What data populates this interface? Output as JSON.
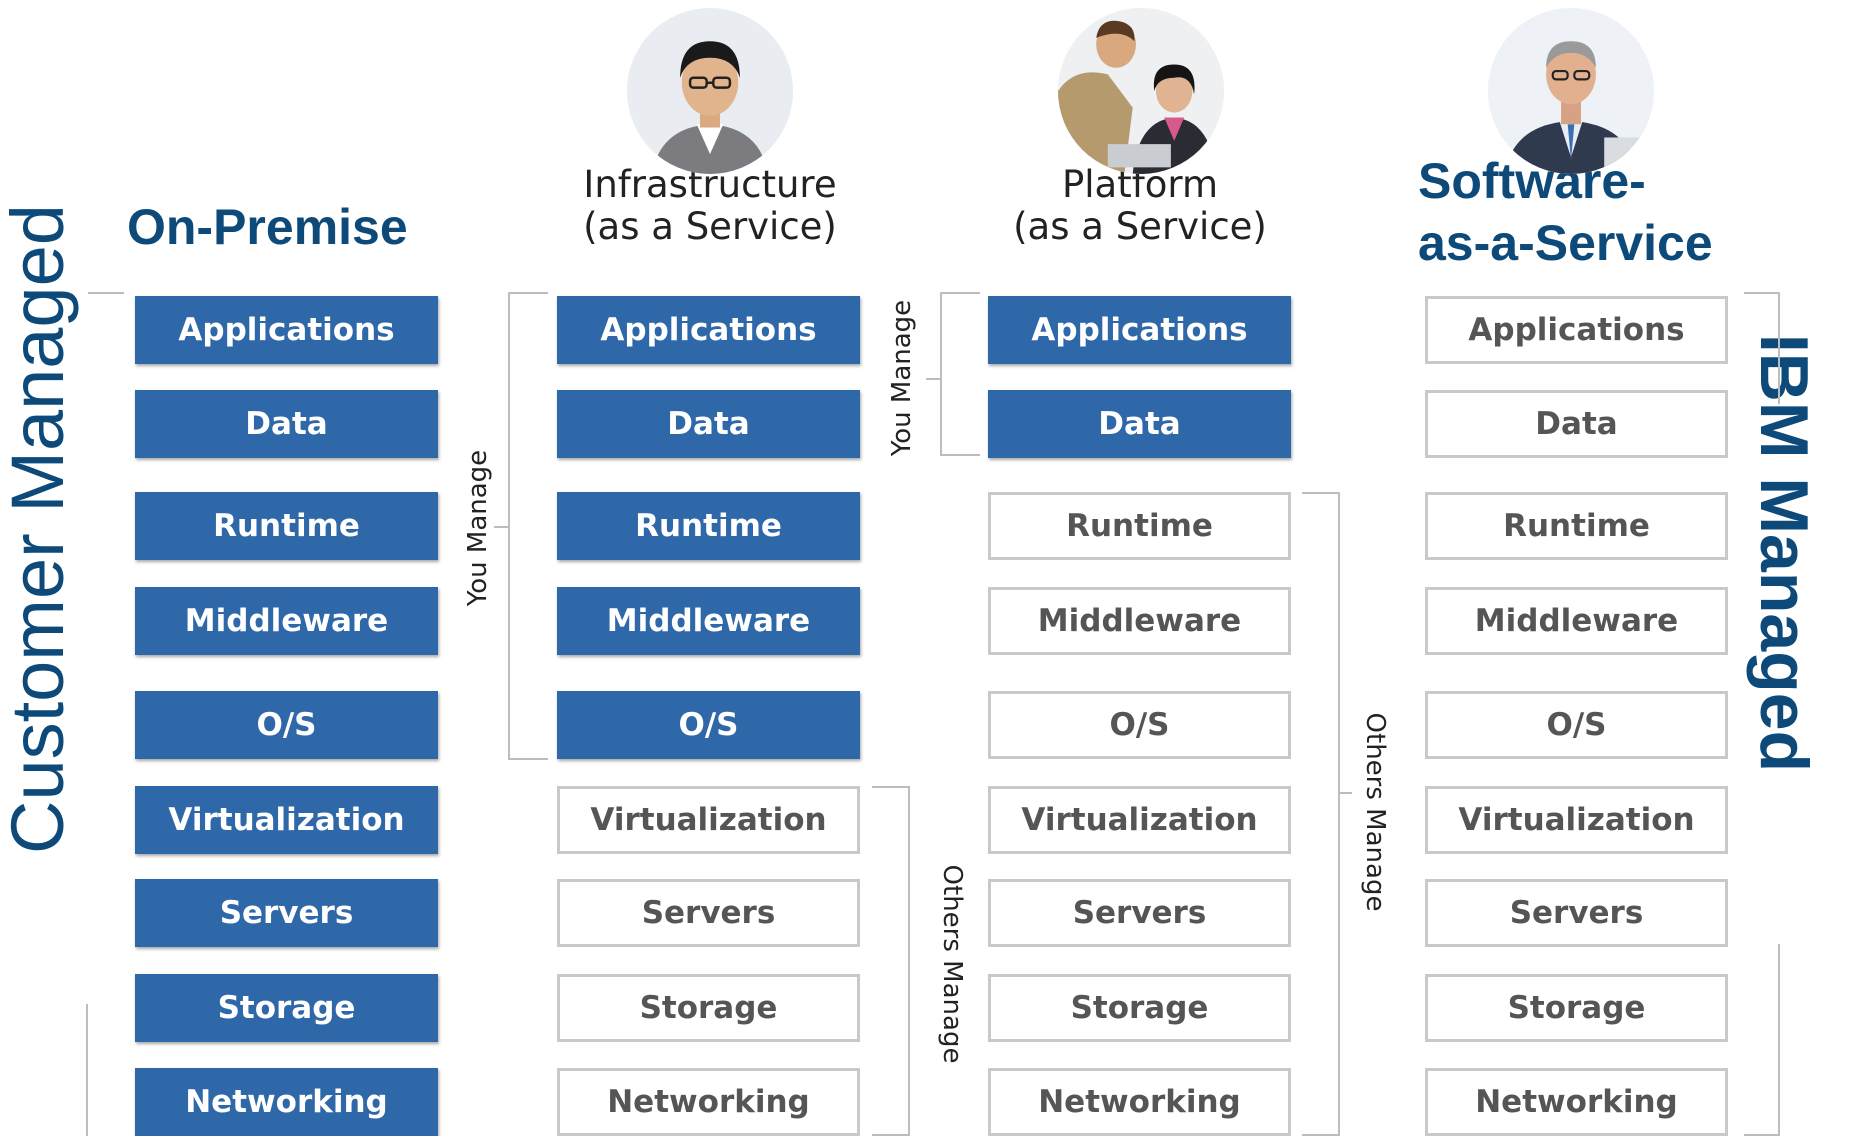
{
  "left_label": "Customer Managed",
  "right_label": "IBM Managed",
  "columns": [
    {
      "title": "On-Premise",
      "boxes": [
        "Applications",
        "Data",
        "Runtime",
        "Middleware",
        "O/S",
        "Virtualization",
        "Servers",
        "Storage",
        "Networking"
      ]
    },
    {
      "title_line1": "Infrastructure",
      "title_line2": "(as a Service)",
      "boxes": [
        "Applications",
        "Data",
        "Runtime",
        "Middleware",
        "O/S",
        "Virtualization",
        "Servers",
        "Storage",
        "Networking"
      ],
      "you_manage": "You Manage",
      "others_manage": "Others Manage"
    },
    {
      "title_line1": "Platform",
      "title_line2": "(as a Service)",
      "boxes": [
        "Applications",
        "Data",
        "Runtime",
        "Middleware",
        "O/S",
        "Virtualization",
        "Servers",
        "Storage",
        "Networking"
      ],
      "you_manage": "You Manage",
      "others_manage": "Others Manage"
    },
    {
      "title_line1": "Software-",
      "title_line2": "as-a-Service",
      "boxes": [
        "Applications",
        "Data",
        "Runtime",
        "Middleware",
        "O/S",
        "Virtualization",
        "Servers",
        "Storage",
        "Networking"
      ]
    }
  ],
  "colors": {
    "filled_box": "#2f68a9",
    "title_blue": "#0d4a7a",
    "outline_border": "#c9c9c9"
  },
  "avatars": [
    "person-with-glasses-icon",
    "two-people-at-laptop-icon",
    "businessman-icon"
  ]
}
